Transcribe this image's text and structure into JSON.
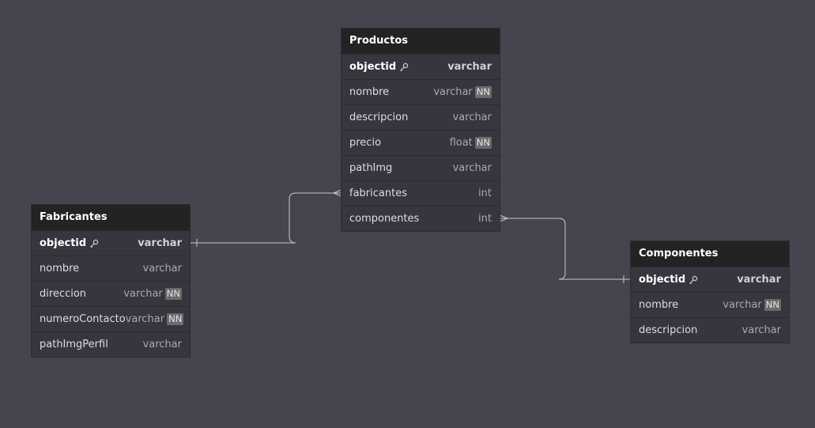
{
  "tables": [
    {
      "id": "productos",
      "name": "Productos",
      "fields": [
        {
          "name": "objectid",
          "type": "varchar",
          "pk": true,
          "nn": false
        },
        {
          "name": "nombre",
          "type": "varchar",
          "pk": false,
          "nn": true
        },
        {
          "name": "descripcion",
          "type": "varchar",
          "pk": false,
          "nn": false
        },
        {
          "name": "precio",
          "type": "float",
          "pk": false,
          "nn": true
        },
        {
          "name": "pathImg",
          "type": "varchar",
          "pk": false,
          "nn": false
        },
        {
          "name": "fabricantes",
          "type": "int",
          "pk": false,
          "nn": false
        },
        {
          "name": "componentes",
          "type": "int",
          "pk": false,
          "nn": false
        }
      ]
    },
    {
      "id": "fabricantes",
      "name": "Fabricantes",
      "fields": [
        {
          "name": "objectid",
          "type": "varchar",
          "pk": true,
          "nn": false
        },
        {
          "name": "nombre",
          "type": "varchar",
          "pk": false,
          "nn": false
        },
        {
          "name": "direccion",
          "type": "varchar",
          "pk": false,
          "nn": true
        },
        {
          "name": "numeroContacto",
          "type": "varchar",
          "pk": false,
          "nn": true
        },
        {
          "name": "pathImgPerfil",
          "type": "varchar",
          "pk": false,
          "nn": false
        }
      ]
    },
    {
      "id": "componentes",
      "name": "Componentes",
      "fields": [
        {
          "name": "objectid",
          "type": "varchar",
          "pk": true,
          "nn": false
        },
        {
          "name": "nombre",
          "type": "varchar",
          "pk": false,
          "nn": true
        },
        {
          "name": "descripcion",
          "type": "varchar",
          "pk": false,
          "nn": false
        }
      ]
    }
  ],
  "relations": [
    {
      "from_table": "productos",
      "from_field": "fabricantes",
      "from_end": "many",
      "to_table": "fabricantes",
      "to_field": "objectid",
      "to_end": "one"
    },
    {
      "from_table": "productos",
      "from_field": "componentes",
      "from_end": "many",
      "to_table": "componentes",
      "to_field": "objectid",
      "to_end": "one"
    }
  ],
  "nn_badge_label": "NN",
  "key_icon": "key-icon",
  "colors": {
    "background": "#45444f",
    "header": "#232323",
    "row": "#36363f",
    "line": "#c8c8cc",
    "nn_badge": "#6b6b6b"
  }
}
